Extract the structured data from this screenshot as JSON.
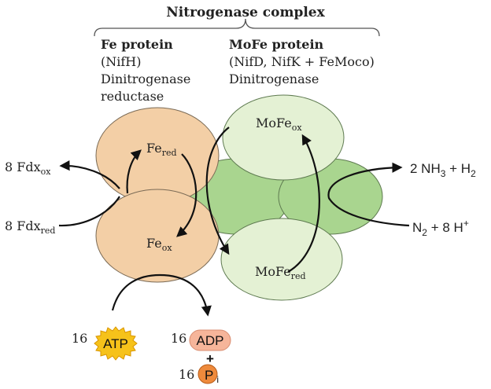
{
  "header": {
    "title": "Nitrogenase complex"
  },
  "fe_protein": {
    "name": "Fe protein",
    "gene": "(NifH)",
    "role_line1": "Dinitrogenase",
    "role_line2": "reductase"
  },
  "mofe_protein": {
    "name": "MoFe protein",
    "genes": "(NifD, NifK + FeMoco)",
    "role": "Dinitrogenase"
  },
  "states": {
    "fe_red_base": "Fe",
    "fe_red_sub": "red",
    "fe_ox_base": "Fe",
    "fe_ox_sub": "ox",
    "mofe_ox_base": "MoFe",
    "mofe_ox_sub": "ox",
    "mofe_red_base": "MoFe",
    "mofe_red_sub": "red"
  },
  "left": {
    "fdx_ox_base": "8 Fdx",
    "fdx_ox_sub": "ox",
    "fdx_red_base": "8 Fdx",
    "fdx_red_sub": "red"
  },
  "right": {
    "prod_a": "2 NH",
    "prod_a_sub": "3",
    "prod_b": " + H",
    "prod_b_sub": "2",
    "sub_a": "N",
    "sub_a_sub": "2",
    "sub_b": " + 8 H",
    "sub_b_sup": "+"
  },
  "bottom": {
    "atp_coef": "16",
    "atp": "ATP",
    "adp_coef": "16",
    "adp": "ADP",
    "plus": "+",
    "pi_coef": "16",
    "pi_base": "P",
    "pi_sub": "i"
  },
  "colors": {
    "fe_fill": "#f3cfa6",
    "fe_stroke": "#7a6a55",
    "mofe_light": "#e4f1d4",
    "mofe_dark": "#a9d58f",
    "mofe_stroke": "#5e7a50",
    "atp_fill": "#f6c21a",
    "adp_fill": "#f6b59a",
    "pi_fill": "#ee8a3c"
  }
}
